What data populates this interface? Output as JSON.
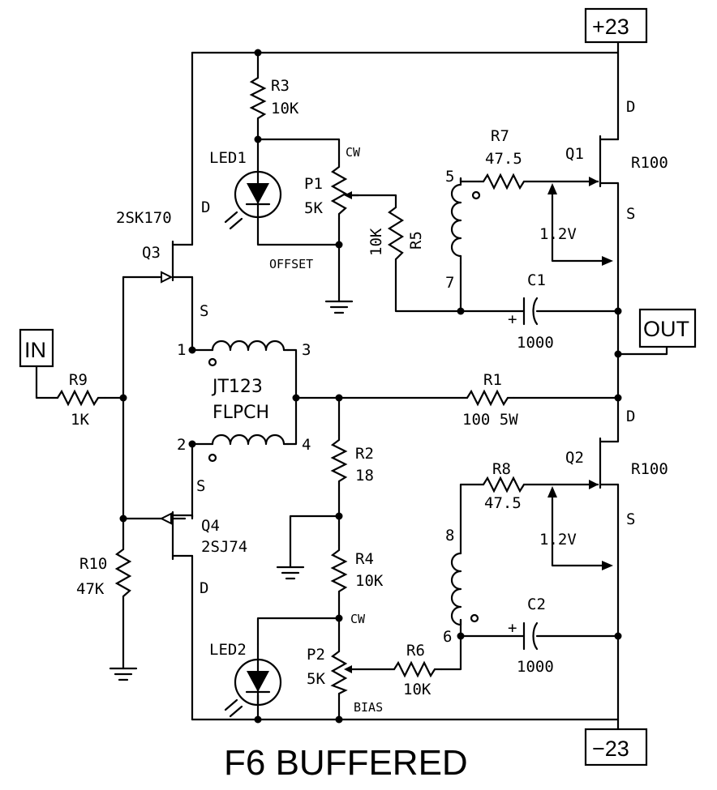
{
  "title": "F6 BUFFERED",
  "rails": {
    "pos": "+23",
    "neg": "−23"
  },
  "ports": {
    "in": "IN",
    "out": "OUT"
  },
  "resistors": {
    "r1": {
      "ref": "R1",
      "value": "100 5W"
    },
    "r2": {
      "ref": "R2",
      "value": "18"
    },
    "r3": {
      "ref": "R3",
      "value": "10K"
    },
    "r4": {
      "ref": "R4",
      "value": "10K"
    },
    "r5": {
      "ref": "R5",
      "value": "10K"
    },
    "r6": {
      "ref": "R6",
      "value": "10K"
    },
    "r7": {
      "ref": "R7",
      "value": "47.5"
    },
    "r8": {
      "ref": "R8",
      "value": "47.5"
    },
    "r9": {
      "ref": "R9",
      "value": "1K"
    },
    "r10": {
      "ref": "R10",
      "value": "47K"
    }
  },
  "pots": {
    "p1": {
      "ref": "P1",
      "value": "5K",
      "cw": "CW",
      "name": "OFFSET"
    },
    "p2": {
      "ref": "P2",
      "value": "5K",
      "cw": "CW",
      "name": "BIAS"
    }
  },
  "caps": {
    "c1": {
      "ref": "C1",
      "value": "1000",
      "plus": "+"
    },
    "c2": {
      "ref": "C2",
      "value": "1000",
      "plus": "+"
    }
  },
  "leds": {
    "led1": "LED1",
    "led2": "LED2"
  },
  "transistors": {
    "q1": {
      "ref": "Q1",
      "part": "R100",
      "d": "D",
      "s": "S"
    },
    "q2": {
      "ref": "Q2",
      "part": "R100",
      "d": "D",
      "s": "S"
    },
    "q3": {
      "ref": "Q3",
      "part": "2SK170",
      "d": "D",
      "s": "S"
    },
    "q4": {
      "ref": "Q4",
      "part": "2SJ74",
      "d": "D",
      "s": "S"
    }
  },
  "transformer": {
    "name": "JT123",
    "sub": "FLPCH",
    "pins": [
      "1",
      "2",
      "3",
      "4",
      "5",
      "6",
      "7",
      "8"
    ]
  },
  "annotations": {
    "v1": "1.2V",
    "v2": "1.2V"
  }
}
